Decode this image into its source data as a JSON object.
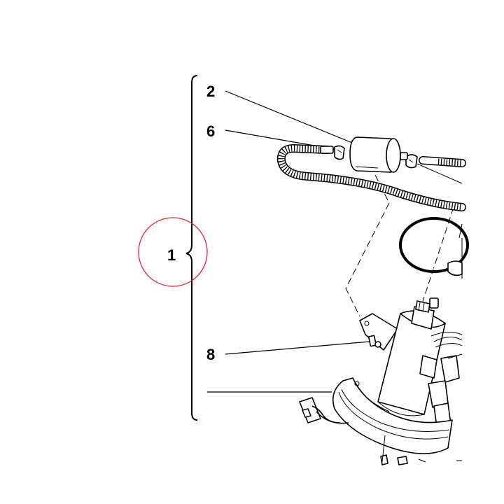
{
  "callouts": {
    "assembly": "1",
    "fuel_filter": "2",
    "hose_clamp": "6",
    "mounting_bolt": "8"
  },
  "highlight_color": "#d9272e",
  "line_color": "#000000",
  "background_color": "#ffffff"
}
